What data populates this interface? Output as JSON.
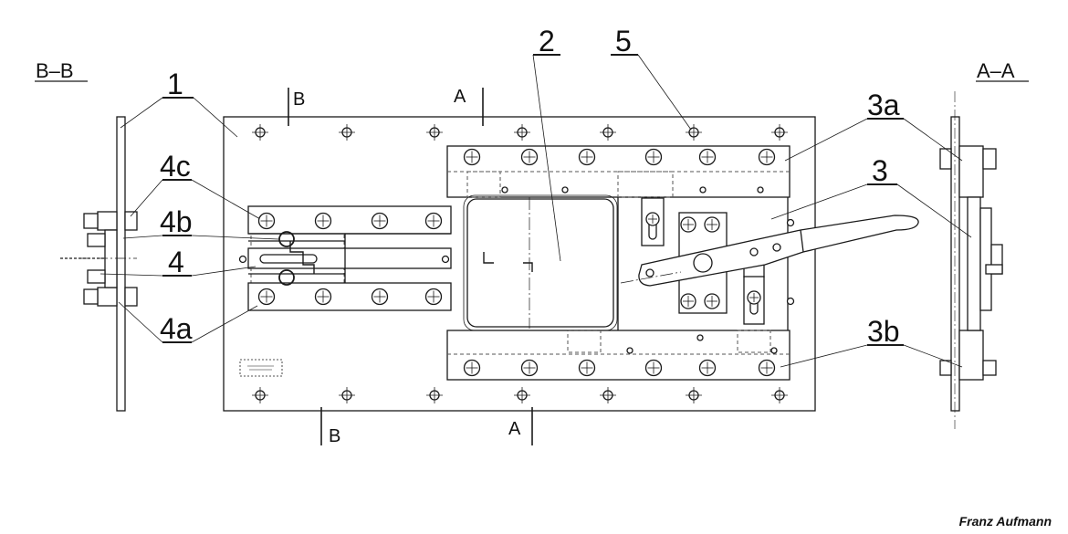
{
  "section_titles": {
    "left": "B–B",
    "right": "A–A"
  },
  "cut_labels": {
    "b_top": "B",
    "a_top": "A",
    "b_bottom": "B",
    "a_bottom": "A"
  },
  "callouts": {
    "c1": "1",
    "c2": "2",
    "c3": "3",
    "c3a": "3a",
    "c3b": "3b",
    "c4": "4",
    "c4a": "4a",
    "c4b": "4b",
    "c4c": "4c",
    "c5": "5"
  },
  "author": "Franz Aufmann",
  "colors": {
    "line": "#1a1a1a",
    "fill": "#ffffff",
    "hidden": "#555555"
  }
}
